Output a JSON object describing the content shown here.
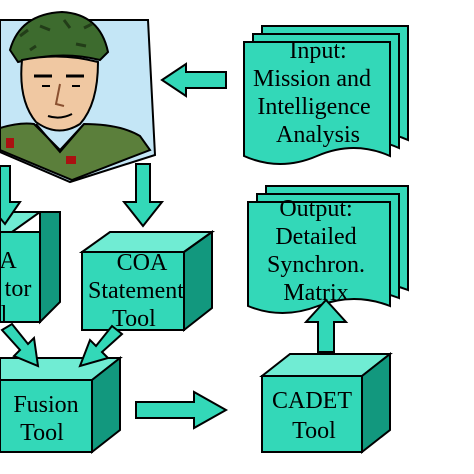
{
  "colors": {
    "teal": "#33d8b8",
    "teal_dark": "#12987e",
    "teal_top": "#70ecd3",
    "outline": "#000000",
    "background": "#ffffff"
  },
  "soldier": {
    "icon": "soldier-portrait-icon"
  },
  "input_doc": {
    "lines": [
      "Input:",
      "Mission and",
      "Intelligence",
      "Analysis"
    ]
  },
  "output_doc": {
    "lines": [
      "Output:",
      "Detailed",
      "Synchron.",
      "Matrix"
    ]
  },
  "coa_tool_left": {
    "lines": [
      "A",
      "tor",
      "l"
    ]
  },
  "coa_statement_tool": {
    "lines": [
      "COA",
      "Statement",
      "Tool"
    ]
  },
  "fusion_tool": {
    "lines": [
      "Fusion",
      "Tool"
    ]
  },
  "cadet_tool": {
    "lines": [
      "CADET",
      "Tool"
    ]
  }
}
